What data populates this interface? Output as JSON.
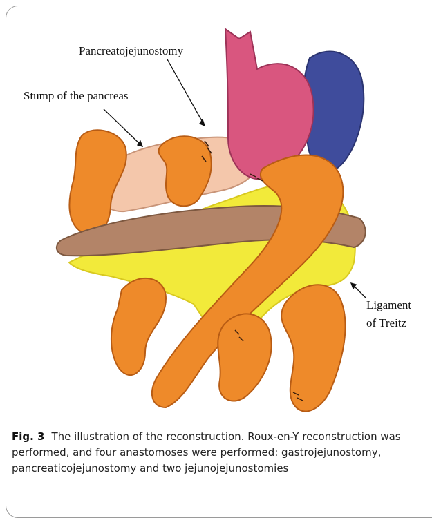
{
  "labels": {
    "pancreatojejunostomy": "Pancreatojejunostomy",
    "stump": "Stump of the pancreas",
    "ligament_line1": "Ligament",
    "ligament_line2": "of Treitz"
  },
  "caption": {
    "figure_label": "Fig. 3",
    "text": "The illustration of the reconstruction. Roux-en-Y reconstruction was performed, and four anastomoses were performed: gastrojejunostomy, pancreaticojejunostomy and two jejunojejunostomies"
  },
  "colors": {
    "stomach": "#d9567f",
    "spleen": "#3f4c9c",
    "jejunum": "#ee8a2a",
    "jejunum_dark": "#c9651a",
    "colon": "#b38468",
    "mesentery": "#f2ea3a",
    "pancreas": "#f4c7ab"
  }
}
